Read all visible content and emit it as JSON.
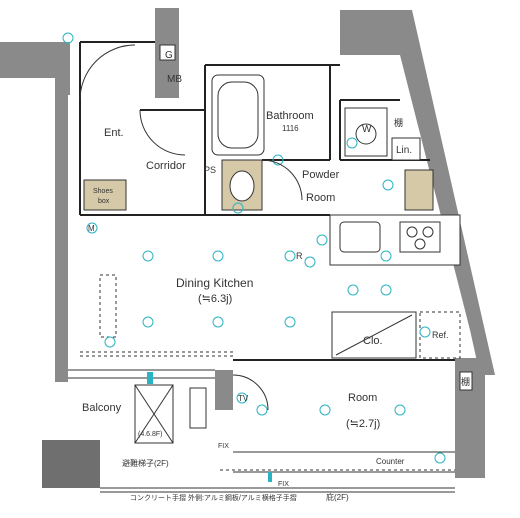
{
  "labels": {
    "g": "G",
    "mb": "MB",
    "bathroom": "Bathroom",
    "bathroom_size": "1116",
    "w": "W",
    "tana1": "棚",
    "lin": "Lin.",
    "ent": "Ent.",
    "corridor": "Corridor",
    "ps": "PS",
    "powder": "Powder",
    "powder_room": "Room",
    "shoes1": "Shoes",
    "shoes2": "box",
    "m": "M",
    "r": "R",
    "dining_kitchen": "Dining Kitchen",
    "dining_kitchen_size": "(≒6.3j)",
    "clo": "Clo.",
    "ref": "Ref.",
    "tana2": "棚",
    "tv": "TV",
    "balcony": "Balcony",
    "balcony_unit": "(4.6.8F)",
    "room": "Room",
    "room_size": "(≒2.7j)",
    "evac": "避難梯子(2F)",
    "counter": "Counter",
    "fix": "FIX",
    "fix2": "FIX",
    "bottom_note": "コンクリート手摺 外側:アルミ鋼板/アルミ横格子手摺",
    "hisashi": "庇(2F)"
  },
  "colors": {
    "wall": "#8a8a8a",
    "accent": "#2bb3c4",
    "tan": "#d6c9a8"
  }
}
